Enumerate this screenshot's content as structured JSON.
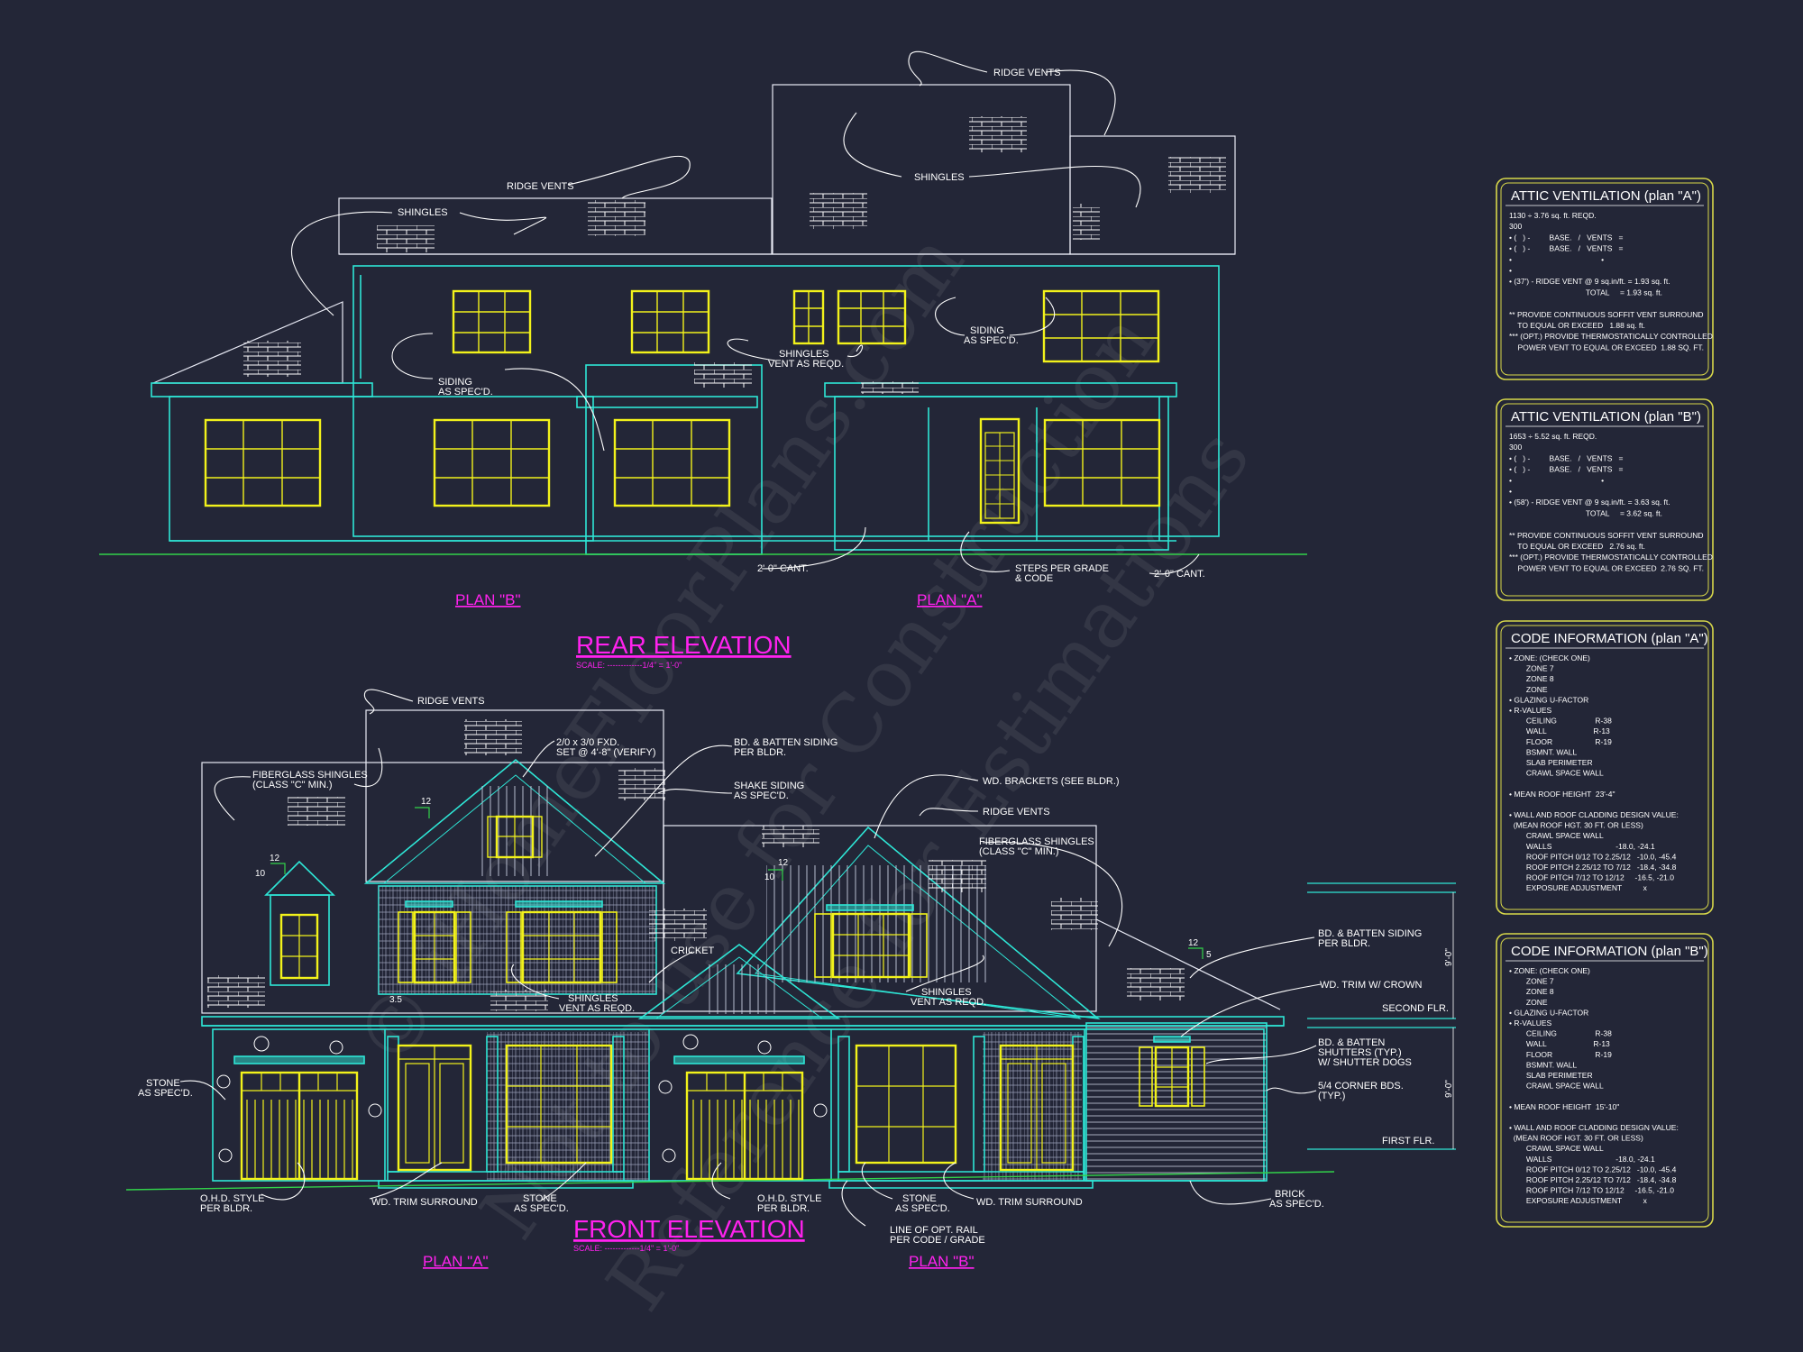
{
  "colors": {
    "background": "#232637",
    "structure": "#2ee6d6",
    "windows": "#f2f21b",
    "titles": "#ff22ee",
    "leaders": "#ffffff",
    "ground": "#32d24a",
    "panel_border": "#d8d84a"
  },
  "rear": {
    "title": "REAR ELEVATION",
    "scale": "SCALE: -------------1/4\" = 1'-0\"",
    "plan_b": "PLAN \"B\"",
    "plan_a": "PLAN \"A\"",
    "labels": {
      "ridge_vents_top": "RIDGE VENTS",
      "ridge_vents_left": "RIDGE VENTS",
      "shingles_left": "SHINGLES",
      "shingles_right": "SHINGLES",
      "siding_left": "SIDING",
      "siding_left2": "AS SPEC'D.",
      "siding_right": "SIDING",
      "siding_right2": "AS SPEC'D.",
      "shingles_vent": "SHINGLES",
      "shingles_vent2": "VENT AS REQD.",
      "cant_left": "2'-0\" CANT.",
      "steps": "STEPS PER GRADE",
      "steps2": "& CODE",
      "cant_right": "2'-0\" CANT."
    }
  },
  "front": {
    "title": "FRONT ELEVATION",
    "scale": "SCALE: -------------1/4\" = 1'-0\"",
    "plan_a": "PLAN \"A\"",
    "plan_b": "PLAN \"B\"",
    "labels": {
      "ridge_vents_top": "RIDGE VENTS",
      "fiberglass_left": "FIBERGLASS SHINGLES",
      "fiberglass_left2": "(CLASS \"C\" MIN.)",
      "fxd": "2/0 x 3/0 FXD.",
      "fxd2": "SET @ 4'-8\" (VERIFY)",
      "bd_batten_top": "BD. & BATTEN SIDING",
      "bd_batten_top2": "PER BLDR.",
      "shake": "SHAKE SIDING",
      "shake2": "AS SPEC'D.",
      "brackets": "WD. BRACKETS (SEE BLDR.)",
      "ridge_vents_right": "RIDGE VENTS",
      "fiberglass_right": "FIBERGLASS SHINGLES",
      "fiberglass_right2": "(CLASS \"C\" MIN.)",
      "cricket": "CRICKET",
      "shingles_vent_l": "SHINGLES",
      "shingles_vent_l2": "VENT AS REQD.",
      "shingles_vent_r": "SHINGLES",
      "shingles_vent_r2": "VENT AS REQD.",
      "bd_batten_right": "BD. & BATTEN SIDING",
      "bd_batten_right2": "PER BLDR.",
      "wd_trim_crown": "WD. TRIM W/ CROWN",
      "second_flr": "SECOND FLR.",
      "first_flr": "FIRST FLR.",
      "shutters": "BD. & BATTEN",
      "shutters2": "SHUTTERS (TYP.)",
      "shutters3": "W/ SHUTTER DOGS",
      "corner": "5/4 CORNER BDS.",
      "corner2": "(TYP.)",
      "stone_left": "STONE",
      "stone_left2": "AS SPEC'D.",
      "ohd_left": "O.H.D. STYLE",
      "ohd_left2": "PER BLDR.",
      "wd_trim_l": "WD. TRIM SURROUND",
      "stone_mid": "STONE",
      "stone_mid2": "AS SPEC'D.",
      "ohd_right": "O.H.D. STYLE",
      "ohd_right2": "PER BLDR.",
      "stone_right": "STONE",
      "stone_right2": "AS SPEC'D.",
      "wd_trim_r": "WD. TRIM SURROUND",
      "brick": "BRICK",
      "brick2": "AS SPEC'D.",
      "rail": "LINE OF OPT. RAIL",
      "rail2": "PER CODE / GRADE",
      "pitch_12a": "12",
      "pitch_10": "10",
      "pitch_12b": "12",
      "pitch_12c": "12",
      "pitch_10b": "10",
      "pitch_12d": "12",
      "pitch_5": "5",
      "pitch_35": "3.5",
      "dim_upper": "9'-0\"",
      "dim_lower": "9'-0\""
    }
  },
  "attic_a": {
    "title": "ATTIC VENTILATION (plan \"A\")",
    "lines": [
      "1130 ÷ 3.76 sq. ft. REQD.",
      "300",
      "• (   ) -         BASE.   /   VENTS   =",
      "• (   ) -         BASE.   /   VENTS   =",
      "•                                          •",
      "•",
      "• (37') - RIDGE VENT @ 9 sq.in/ft. = 1.93 sq. ft.",
      "                                    TOTAL     = 1.93 sq. ft.",
      "",
      "** PROVIDE CONTINUOUS SOFFIT VENT SURROUND",
      "    TO EQUAL OR EXCEED   1.88 sq. ft.",
      "*** (OPT.) PROVIDE THERMOSTATICALLY CONTROLLED",
      "    POWER VENT TO EQUAL OR EXCEED  1.88 SQ. FT."
    ]
  },
  "attic_b": {
    "title": "ATTIC VENTILATION (plan \"B\")",
    "lines": [
      "1653 ÷ 5.52 sq. ft. REQD.",
      "300",
      "• (   ) -         BASE.   /   VENTS   =",
      "• (   ) -         BASE.   /   VENTS   =",
      "•                                          •",
      "•",
      "• (58') - RIDGE VENT @ 9 sq.in/ft. = 3.63 sq. ft.",
      "                                    TOTAL     = 3.62 sq. ft.",
      "",
      "** PROVIDE CONTINUOUS SOFFIT VENT SURROUND",
      "    TO EQUAL OR EXCEED   2.76 sq. ft.",
      "*** (OPT.) PROVIDE THERMOSTATICALLY CONTROLLED",
      "    POWER VENT TO EQUAL OR EXCEED  2.76 SQ. FT."
    ]
  },
  "code_a": {
    "title": "CODE INFORMATION (plan \"A\")",
    "lines": [
      "• ZONE: (CHECK ONE)",
      "        ZONE 7",
      "        ZONE 8",
      "        ZONE",
      "• GLAZING U-FACTOR",
      "• R-VALUES",
      "        CEILING                  R-38",
      "        WALL                      R-13",
      "        FLOOR                    R-19",
      "        BSMNT. WALL",
      "        SLAB PERIMETER",
      "        CRAWL SPACE WALL",
      "",
      "• MEAN ROOF HEIGHT  23'-4\"",
      "",
      "• WALL AND ROOF CLADDING DESIGN VALUE:",
      "  (MEAN ROOF HGT. 30 FT. OR LESS)",
      "        CRAWL SPACE WALL",
      "        WALLS                              -18.0, -24.1",
      "        ROOF PITCH 0/12 TO 2.25/12   -10.0, -45.4",
      "        ROOF PITCH 2.25/12 TO 7/12   -18.4, -34.8",
      "        ROOF PITCH 7/12 TO 12/12     -16.5, -21.0",
      "        EXPOSURE ADJUSTMENT          x"
    ]
  },
  "code_b": {
    "title": "CODE INFORMATION (plan \"B\")",
    "lines": [
      "• ZONE: (CHECK ONE)",
      "        ZONE 7",
      "        ZONE 8",
      "        ZONE",
      "• GLAZING U-FACTOR",
      "• R-VALUES",
      "        CEILING                  R-38",
      "        WALL                      R-13",
      "        FLOOR                    R-19",
      "        BSMNT. WALL",
      "        SLAB PERIMETER",
      "        CRAWL SPACE WALL",
      "",
      "• MEAN ROOF HEIGHT  15'-10\"",
      "",
      "• WALL AND ROOF CLADDING DESIGN VALUE:",
      "  (MEAN ROOF HGT. 30 FT. OR LESS)",
      "        CRAWL SPACE WALL",
      "        WALLS                              -18.0, -24.1",
      "        ROOF PITCH 0/12 TO 2.25/12   -10.0, -45.4",
      "        ROOF PITCH 2.25/12 TO 7/12   -18.4, -34.8",
      "        ROOF PITCH 7/12 TO 12/12     -16.5, -21.0",
      "        EXPOSURE ADJUSTMENT          x"
    ]
  },
  "watermark": {
    "line1": "© iHomeFloorPlans.com",
    "line2": "Not to use for Construction",
    "line3": "Reference for Estimations"
  }
}
